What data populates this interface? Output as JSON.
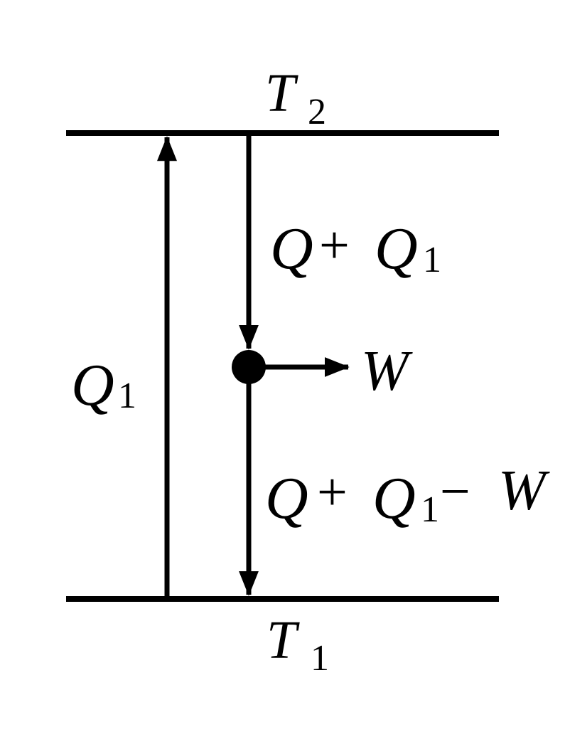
{
  "colors": {
    "ink": "#000000",
    "background": "#ffffff"
  },
  "reservoirs": {
    "hot": {
      "symbol": "T",
      "subscript": "2"
    },
    "cold": {
      "symbol": "T",
      "subscript": "1"
    }
  },
  "flows": {
    "q1": {
      "symbol": "Q",
      "subscript": "1"
    },
    "down_upper": {
      "q": "Q",
      "plus": "+",
      "q1": "Q",
      "q1_sub": "1"
    },
    "work": {
      "symbol": "W"
    },
    "down_lower": {
      "q": "Q",
      "plus": "+",
      "q1": "Q",
      "q1_sub": "1",
      "minus": "−",
      "w": "W"
    }
  }
}
